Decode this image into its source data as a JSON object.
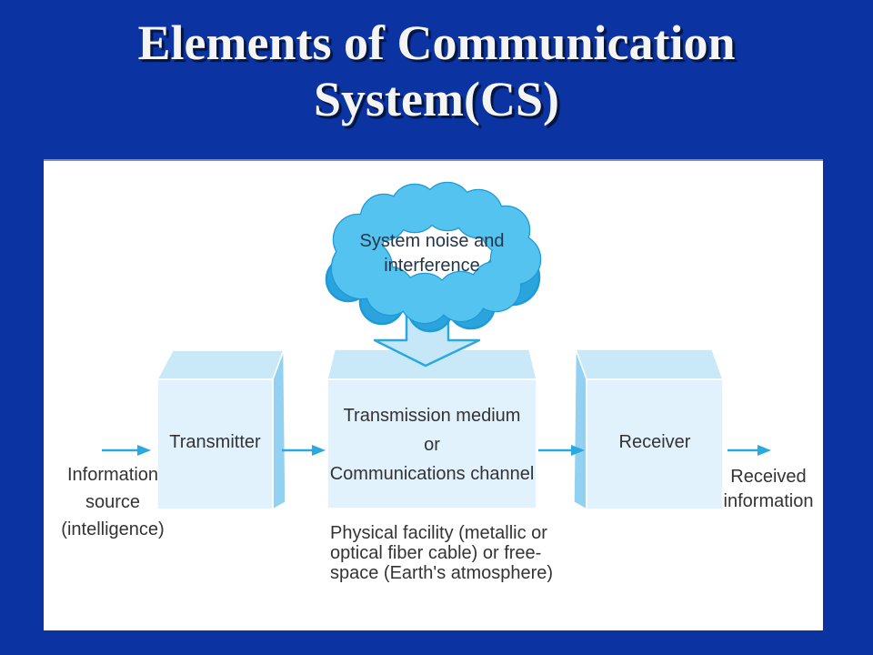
{
  "slide": {
    "title_line1": "Elements of Communication",
    "title_line2": "System(CS)"
  },
  "diagram": {
    "cloud": {
      "label_lines": [
        "System noise and",
        "interference"
      ]
    },
    "blocks": {
      "transmitter": {
        "label": "Transmitter"
      },
      "channel": {
        "label_lines": [
          "Transmission medium",
          "or",
          "Communications channel"
        ]
      },
      "receiver": {
        "label": "Receiver"
      }
    },
    "labels": {
      "input_lines": [
        "Information",
        "source",
        "(intelligence)"
      ],
      "output_lines": [
        "Received",
        "information"
      ],
      "caption_lines": [
        "Physical facility (metallic or",
        "optical fiber cable) or free-",
        "space (Earth's atmosphere)"
      ]
    },
    "colors": {
      "slide_background": "#0B33A1",
      "title_text": "#F4F4F2",
      "panel_background": "#FFFFFF",
      "cloud_fill": "#55C3EF",
      "cloud_shadow": "#2BA4DD",
      "outline_blue": "#1E9AD6",
      "arrow_blue": "#2AA9E0",
      "box_front": "#E2F2FC",
      "box_top": "#C9E8F8",
      "box_side": "#92D1F2",
      "diagram_text": "#333333"
    }
  }
}
